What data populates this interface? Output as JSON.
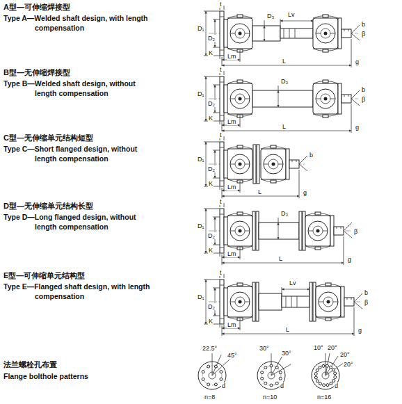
{
  "diagram": {
    "labels": [
      "A型—可伸缩焊接型",
      "Type A—Welded shaft design, with length compensation",
      "B型—无伸缩焊接型",
      "Type B—Welded shaft design, without length compensation",
      "C型—无伸缩单元结构短型",
      "Type C—Short flanged design, without length compensation",
      "D型—无伸缩单元结构长型",
      "Type D—Long flanged design, without length compensation",
      "E型—可伸缩单元结构型",
      "Type E—Flanged shaft design, with length compensation",
      "法兰螺栓孔布置",
      "Flange bolthole patterns",
      "t",
      "D₁",
      "D₂",
      "D₃",
      "Lv",
      "b",
      "β",
      "K",
      "Lm",
      "L",
      "g",
      "t",
      "D₁",
      "D₂",
      "D₃",
      "b",
      "β",
      "K",
      "Lm",
      "L",
      "g",
      "t",
      "D₁",
      "D₂",
      "b",
      "K",
      "Lm",
      "L",
      "g",
      "t",
      "D₁",
      "D₂",
      "D₃",
      "β",
      "K",
      "Lm",
      "L",
      "g",
      "t",
      "D₁",
      "D₂",
      "Lv",
      "b",
      "β",
      "K",
      "Lm",
      "L",
      "g",
      "22.5°",
      "45°",
      "d",
      "n=8",
      "30°",
      "30°",
      "d",
      "n=10",
      "10°",
      "20°",
      "20°",
      "20°",
      "d",
      "n=16"
    ]
  }
}
